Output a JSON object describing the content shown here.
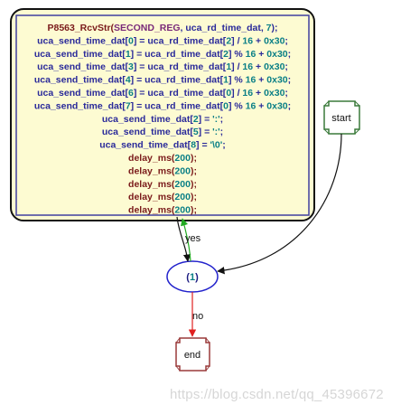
{
  "colors": {
    "navy": "#1a1a80",
    "ident": "#2a2a9a",
    "number": "#0a7f86",
    "func": "#7a1a1a",
    "keyword": "#7a2a7a",
    "block_fill": "#fdfbd2",
    "block_outer": "#111111",
    "block_inner": "#4040a0",
    "start_border": "#3a7a3a",
    "end_border": "#9a3a3a",
    "yes_edge": "#22aa22",
    "no_edge": "#e02020",
    "decision_border": "#2222cc"
  },
  "block": {
    "lines": [
      [
        {
          "t": "P8563_RcvStr(",
          "c": "func"
        },
        {
          "t": "SECOND_REG",
          "c": "keyword"
        },
        {
          "t": ", uca_rd_time_dat, ",
          "c": "ident"
        },
        {
          "t": "7",
          "c": "number"
        },
        {
          "t": ");",
          "c": "ident"
        }
      ],
      [
        {
          "t": "uca_send_time_dat[",
          "c": "ident"
        },
        {
          "t": "0",
          "c": "number"
        },
        {
          "t": "] = uca_rd_time_dat[",
          "c": "ident"
        },
        {
          "t": "2",
          "c": "number"
        },
        {
          "t": "] / ",
          "c": "ident"
        },
        {
          "t": "16",
          "c": "number"
        },
        {
          "t": " + ",
          "c": "ident"
        },
        {
          "t": "0x30",
          "c": "number"
        },
        {
          "t": ";",
          "c": "ident"
        }
      ],
      [
        {
          "t": "uca_send_time_dat[",
          "c": "ident"
        },
        {
          "t": "1",
          "c": "number"
        },
        {
          "t": "] = uca_rd_time_dat[",
          "c": "ident"
        },
        {
          "t": "2",
          "c": "number"
        },
        {
          "t": "] % ",
          "c": "ident"
        },
        {
          "t": "16",
          "c": "number"
        },
        {
          "t": " + ",
          "c": "ident"
        },
        {
          "t": "0x30",
          "c": "number"
        },
        {
          "t": ";",
          "c": "ident"
        }
      ],
      [
        {
          "t": "uca_send_time_dat[",
          "c": "ident"
        },
        {
          "t": "3",
          "c": "number"
        },
        {
          "t": "] = uca_rd_time_dat[",
          "c": "ident"
        },
        {
          "t": "1",
          "c": "number"
        },
        {
          "t": "] / ",
          "c": "ident"
        },
        {
          "t": "16",
          "c": "number"
        },
        {
          "t": " + ",
          "c": "ident"
        },
        {
          "t": "0x30",
          "c": "number"
        },
        {
          "t": ";",
          "c": "ident"
        }
      ],
      [
        {
          "t": "uca_send_time_dat[",
          "c": "ident"
        },
        {
          "t": "4",
          "c": "number"
        },
        {
          "t": "] = uca_rd_time_dat[",
          "c": "ident"
        },
        {
          "t": "1",
          "c": "number"
        },
        {
          "t": "] % ",
          "c": "ident"
        },
        {
          "t": "16",
          "c": "number"
        },
        {
          "t": " + ",
          "c": "ident"
        },
        {
          "t": "0x30",
          "c": "number"
        },
        {
          "t": ";",
          "c": "ident"
        }
      ],
      [
        {
          "t": "uca_send_time_dat[",
          "c": "ident"
        },
        {
          "t": "6",
          "c": "number"
        },
        {
          "t": "] = uca_rd_time_dat[",
          "c": "ident"
        },
        {
          "t": "0",
          "c": "number"
        },
        {
          "t": "] / ",
          "c": "ident"
        },
        {
          "t": "16",
          "c": "number"
        },
        {
          "t": " + ",
          "c": "ident"
        },
        {
          "t": "0x30",
          "c": "number"
        },
        {
          "t": ";",
          "c": "ident"
        }
      ],
      [
        {
          "t": "uca_send_time_dat[",
          "c": "ident"
        },
        {
          "t": "7",
          "c": "number"
        },
        {
          "t": "] = uca_rd_time_dat[",
          "c": "ident"
        },
        {
          "t": "0",
          "c": "number"
        },
        {
          "t": "] % ",
          "c": "ident"
        },
        {
          "t": "16",
          "c": "number"
        },
        {
          "t": " + ",
          "c": "ident"
        },
        {
          "t": "0x30",
          "c": "number"
        },
        {
          "t": ";",
          "c": "ident"
        }
      ],
      [
        {
          "t": "uca_send_time_dat[",
          "c": "ident"
        },
        {
          "t": "2",
          "c": "number"
        },
        {
          "t": "] = ",
          "c": "ident"
        },
        {
          "t": "':'",
          "c": "number"
        },
        {
          "t": ";",
          "c": "ident"
        }
      ],
      [
        {
          "t": "uca_send_time_dat[",
          "c": "ident"
        },
        {
          "t": "5",
          "c": "number"
        },
        {
          "t": "] = ",
          "c": "ident"
        },
        {
          "t": "':'",
          "c": "number"
        },
        {
          "t": ";",
          "c": "ident"
        }
      ],
      [
        {
          "t": "uca_send_time_dat[",
          "c": "ident"
        },
        {
          "t": "8",
          "c": "number"
        },
        {
          "t": "] = ",
          "c": "ident"
        },
        {
          "t": "'\\0'",
          "c": "number"
        },
        {
          "t": ";",
          "c": "ident"
        }
      ],
      [
        {
          "t": "delay_ms(",
          "c": "func"
        },
        {
          "t": "200",
          "c": "number"
        },
        {
          "t": ");",
          "c": "func"
        }
      ],
      [
        {
          "t": "delay_ms(",
          "c": "func"
        },
        {
          "t": "200",
          "c": "number"
        },
        {
          "t": ");",
          "c": "func"
        }
      ],
      [
        {
          "t": "delay_ms(",
          "c": "func"
        },
        {
          "t": "200",
          "c": "number"
        },
        {
          "t": ");",
          "c": "func"
        }
      ],
      [
        {
          "t": "delay_ms(",
          "c": "func"
        },
        {
          "t": "200",
          "c": "number"
        },
        {
          "t": ");",
          "c": "func"
        }
      ],
      [
        {
          "t": "delay_ms(",
          "c": "func"
        },
        {
          "t": "200",
          "c": "number"
        },
        {
          "t": ");",
          "c": "func"
        }
      ]
    ]
  },
  "nodes": {
    "start": "start",
    "end": "end",
    "decision": {
      "pre": "(",
      "num": "1",
      "post": ")"
    }
  },
  "edges": {
    "yes": "yes",
    "no": "no"
  },
  "watermark": "https://blog.csdn.net/qq_45396672"
}
